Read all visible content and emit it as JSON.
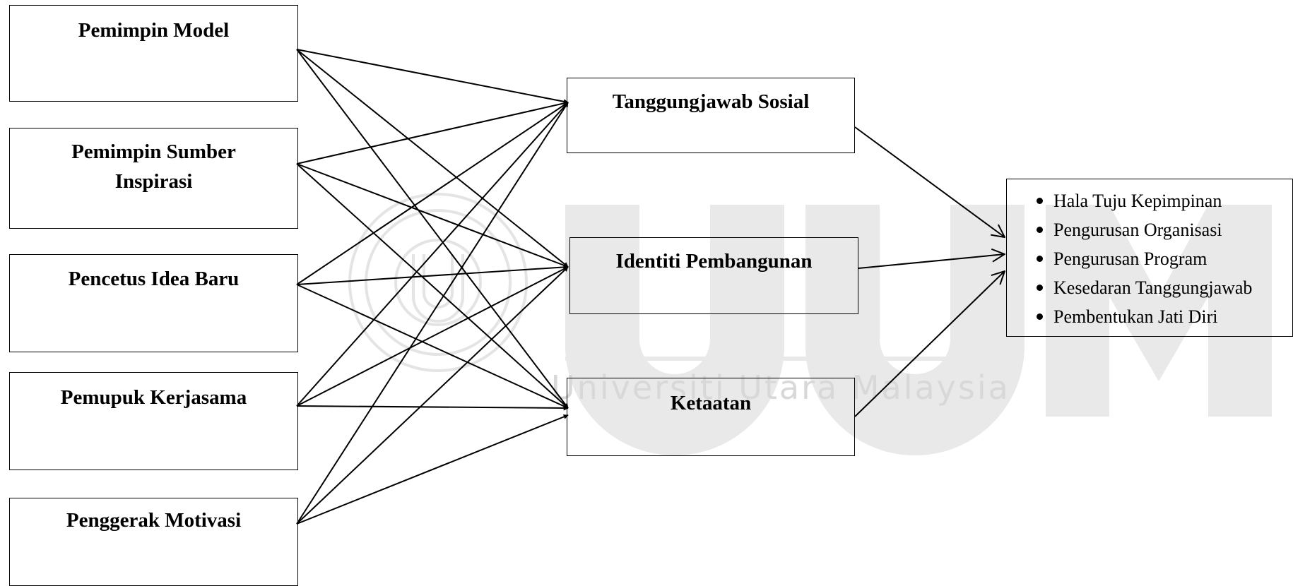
{
  "watermark": {
    "logo_letters": "UUM",
    "caption": "Universiti Utara Malaysia",
    "color": "#e2e2e2"
  },
  "leaders": [
    {
      "title": "Pemimpin Model"
    },
    {
      "title": "Pemimpin Sumber Inspirasi"
    },
    {
      "title": "Pencetus Idea Baru"
    },
    {
      "title": "Pemupuk Kerjasama"
    },
    {
      "title": "Penggerak Motivasi"
    }
  ],
  "mediators": [
    {
      "title": "Tanggungjawab Sosial"
    },
    {
      "title": "Identiti Pembangunan"
    },
    {
      "title": "Ketaatan"
    }
  ],
  "outcome": {
    "items": [
      "Hala Tuju Kepimpinan",
      "Pengurusan Organisasi",
      "Pengurusan Program",
      "Kesedaran Tanggungjawab",
      "Pembentukan Jati Diri"
    ]
  }
}
